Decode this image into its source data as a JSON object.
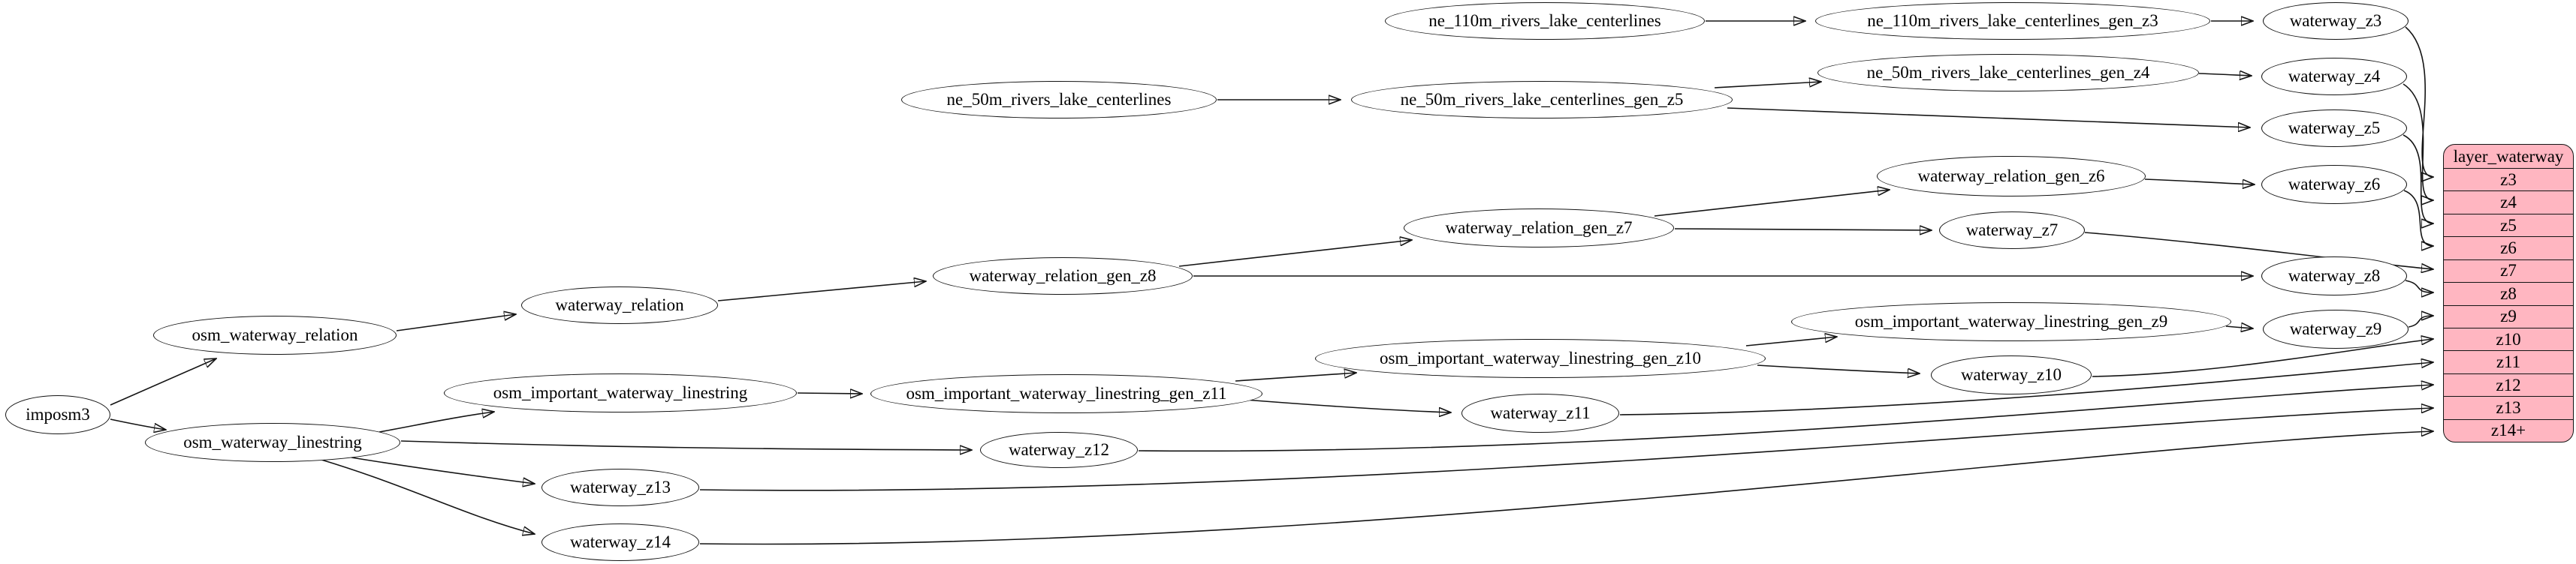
{
  "graph": {
    "colors": {
      "background": "#ffffff",
      "node_fill": "#ffffff",
      "node_border": "#141414",
      "edge": "#141414",
      "table_fill": "#ffb6c1"
    },
    "nodes": {
      "imposm3": {
        "label": "imposm3"
      },
      "osm_waterway_relation": {
        "label": "osm_waterway_relation"
      },
      "osm_waterway_linestring": {
        "label": "osm_waterway_linestring"
      },
      "waterway_relation": {
        "label": "waterway_relation"
      },
      "waterway_relation_gen_z8": {
        "label": "waterway_relation_gen_z8"
      },
      "waterway_relation_gen_z7": {
        "label": "waterway_relation_gen_z7"
      },
      "waterway_relation_gen_z6": {
        "label": "waterway_relation_gen_z6"
      },
      "osm_important_waterway_linestring": {
        "label": "osm_important_waterway_linestring"
      },
      "osm_important_waterway_linestring_gen_z11": {
        "label": "osm_important_waterway_linestring_gen_z11"
      },
      "osm_important_waterway_linestring_gen_z10": {
        "label": "osm_important_waterway_linestring_gen_z10"
      },
      "osm_important_waterway_linestring_gen_z9": {
        "label": "osm_important_waterway_linestring_gen_z9"
      },
      "ne_110m_rivers_lake_centerlines": {
        "label": "ne_110m_rivers_lake_centerlines"
      },
      "ne_110m_rivers_lake_centerlines_gen_z3": {
        "label": "ne_110m_rivers_lake_centerlines_gen_z3"
      },
      "ne_50m_rivers_lake_centerlines": {
        "label": "ne_50m_rivers_lake_centerlines"
      },
      "ne_50m_rivers_lake_centerlines_gen_z5": {
        "label": "ne_50m_rivers_lake_centerlines_gen_z5"
      },
      "ne_50m_rivers_lake_centerlines_gen_z4": {
        "label": "ne_50m_rivers_lake_centerlines_gen_z4"
      },
      "waterway_z3": {
        "label": "waterway_z3"
      },
      "waterway_z4": {
        "label": "waterway_z4"
      },
      "waterway_z5": {
        "label": "waterway_z5"
      },
      "waterway_z6": {
        "label": "waterway_z6"
      },
      "waterway_z7": {
        "label": "waterway_z7"
      },
      "waterway_z8": {
        "label": "waterway_z8"
      },
      "waterway_z9": {
        "label": "waterway_z9"
      },
      "waterway_z10": {
        "label": "waterway_z10"
      },
      "waterway_z11": {
        "label": "waterway_z11"
      },
      "waterway_z12": {
        "label": "waterway_z12"
      },
      "waterway_z13": {
        "label": "waterway_z13"
      },
      "waterway_z14": {
        "label": "waterway_z14"
      }
    },
    "table": {
      "title": "layer_waterway",
      "rows": [
        "z3",
        "z4",
        "z5",
        "z6",
        "z7",
        "z8",
        "z9",
        "z10",
        "z11",
        "z12",
        "z13",
        "z14+"
      ]
    }
  }
}
